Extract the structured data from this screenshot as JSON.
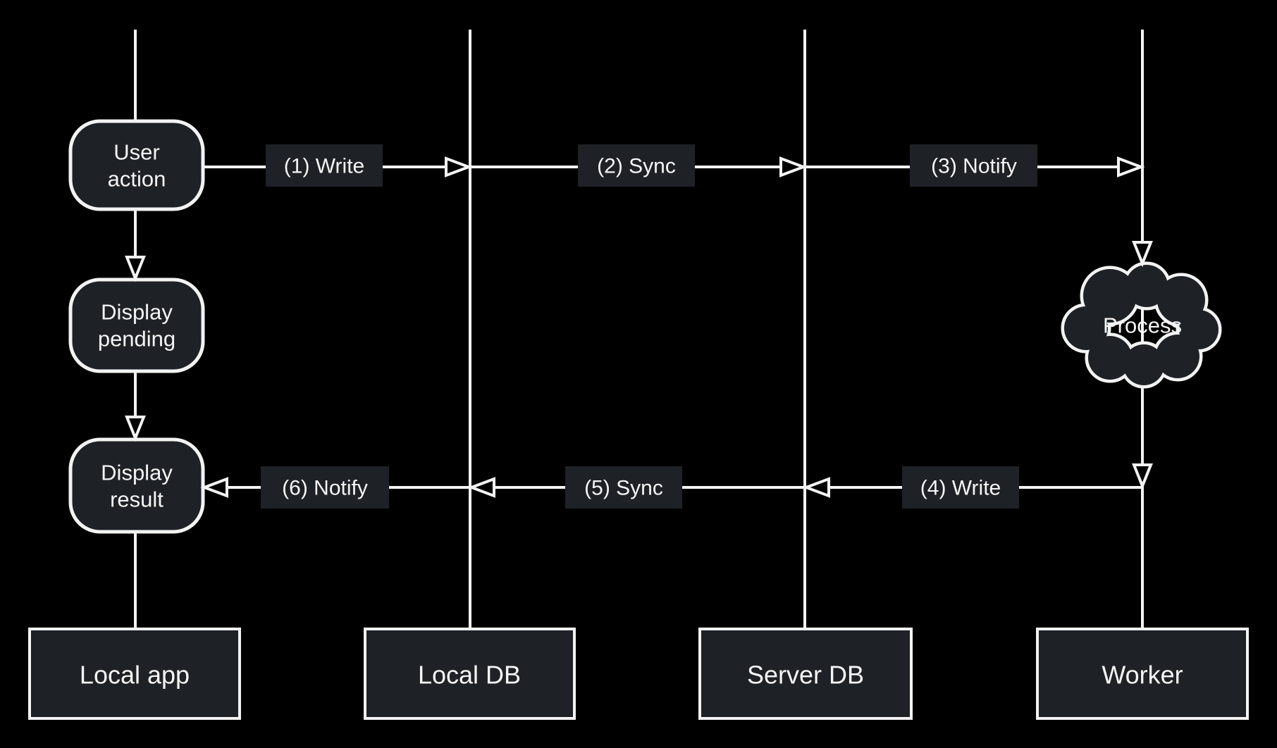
{
  "colors": {
    "background": "#000000",
    "node_fill": "#1e2126",
    "line": "#f3f3f3",
    "text": "#f5f5f5"
  },
  "nodes": {
    "user_action": {
      "line1": "User",
      "line2": "action"
    },
    "display_pending": {
      "line1": "Display",
      "line2": "pending"
    },
    "display_result": {
      "line1": "Display",
      "line2": "result"
    },
    "process": {
      "label": "Process"
    }
  },
  "arrows": {
    "a1": {
      "label": "(1) Write",
      "from": "Local app",
      "to": "Local DB"
    },
    "a2": {
      "label": "(2) Sync",
      "from": "Local DB",
      "to": "Server DB"
    },
    "a3": {
      "label": "(3) Notify",
      "from": "Server DB",
      "to": "Worker"
    },
    "a4": {
      "label": "(4) Write",
      "from": "Worker",
      "to": "Server DB"
    },
    "a5": {
      "label": "(5) Sync",
      "from": "Server DB",
      "to": "Local DB"
    },
    "a6": {
      "label": "(6) Notify",
      "from": "Local DB",
      "to": "Local app"
    }
  },
  "lanes": [
    {
      "label": "Local app"
    },
    {
      "label": "Local DB"
    },
    {
      "label": "Server DB"
    },
    {
      "label": "Worker"
    }
  ]
}
